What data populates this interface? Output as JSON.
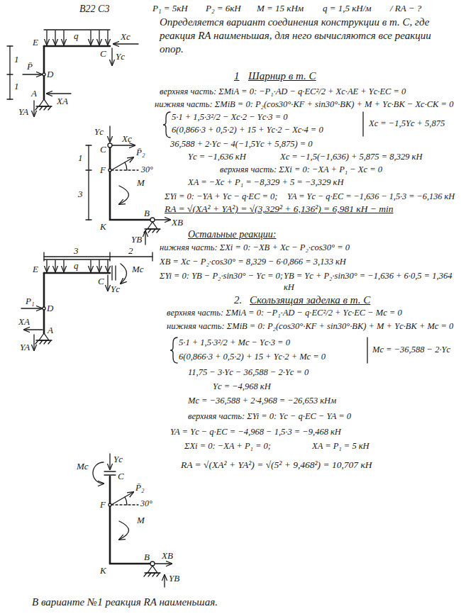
{
  "diagram": {
    "labels": [
      "В22 С3",
      "P₁ = 5кН",
      "P₂ = 6кН",
      "M = 15 кНм",
      "q = 1,5 кН/м",
      "/ RA − ?",
      "Определяется вариант соединения конструкции в т. С, где реакция RA наименьшая, для него вычисляются все реакции опор.",
      "1",
      "Шарнир в т. С",
      "верхняя часть: ΣMiA = 0: −P₁·AD − q·EC²/2 + Xc·AE + Yc·EC = 0",
      "нижняя часть: ΣMiB = 0: P₂(cos30°·KF + sin30°·BK) + M + Yc·BK − Xc·CK = 0",
      "5·1 + 1,5·3²/2 − Xc·2 − Yc·3 = 0",
      "6(0,866·3 + 0,5·2) + 15 + Yc·2 − Xc·4 = 0",
      "Xc = −1,5Yc + 5,875",
      "36,588 + 2·Yc − 4(−1,5Yc + 5,875) = 0",
      "Yc = −1,636 кН",
      "Xc = −1,5(−1,636) + 5,875 = 8,329 кН",
      "верхняя часть: ΣXi = 0: −XA + P₁ − Xc = 0",
      "XA = −Xc + P₁ = −8,329 + 5 = −3,329 кН",
      "ΣYi = 0: −YA + Yc − q·EC = 0;",
      "YA = Yc − q·EC = −1,636 − 1,5·3 = −6,136 кН",
      "RA = √(XA² + YA²) = √(3,329² + 6,136²) = 6,981 кН − min",
      "Остальные реакции:",
      "нижняя часть: ΣXi = 0: −XB + Xc − P₂·cos30° = 0",
      "XB = Xc − P₂·cos30° = 8,329 − 6·0,866 = 3,133 кН",
      "ΣYi = 0: YB − P₂·sin30° − Yc = 0;",
      "YB = Yc + P₂·sin30° = −1,636 + 6·0,5 = 1,364 кН",
      "2.",
      "Скользящая заделка в т. С",
      "верхняя часть: ΣMiA = 0: −P₁·AD − q·EC²/2 + Yc·EC − Mc = 0",
      "нижняя часть: ΣMiB = 0: P₂(cos30°·KF + sin30°·BK) + M + Yc·BK + Mc = 0",
      "5·1 + 1,5·3²/2 + Mc − Yc·3 = 0",
      "6(0,866·3 + 0,5·2) + 15 + Yc·2 + Mc = 0",
      "Mc = −36,588 − 2·Yc",
      "11,75 − 3·Yc − 36,588 − 2·Yc = 0",
      "Yc = −4,968 кН",
      "Mc = −36,588 + 2·4,968 = −26,653 кНм",
      "верхняя часть: ΣYi = 0: Yc − q·EC − YA = 0",
      "YA = Yc − q·EC = −4,968 − 1,5·3 = −9,468 кН",
      "ΣXi = 0: −XA + P₁ = 0;",
      "XA = P₁ = 5 кН",
      "RA = √(XA² + YA²) = √(5² + 9,468²) = 10,707 кН",
      "В варианте №1 реакция RA наименьшая.",
      "E",
      "q",
      "Xc",
      "C",
      "Yc",
      "1",
      "1",
      "D",
      "P̄",
      "A",
      "XA",
      "YA",
      "Yc",
      "C",
      "Xc",
      "P̄₂",
      "30°",
      "1",
      "3",
      "F",
      "M",
      "K",
      "B",
      "XB",
      "YB",
      "3",
      "2",
      "E",
      "q",
      "C",
      "Mc",
      "Yc",
      "P₁",
      "D",
      "XA",
      "A",
      "YA",
      "Yc",
      "Mc",
      "C",
      "P̄₂",
      "30°",
      "F",
      "M",
      "K",
      "B",
      "XB",
      "YB"
    ]
  }
}
